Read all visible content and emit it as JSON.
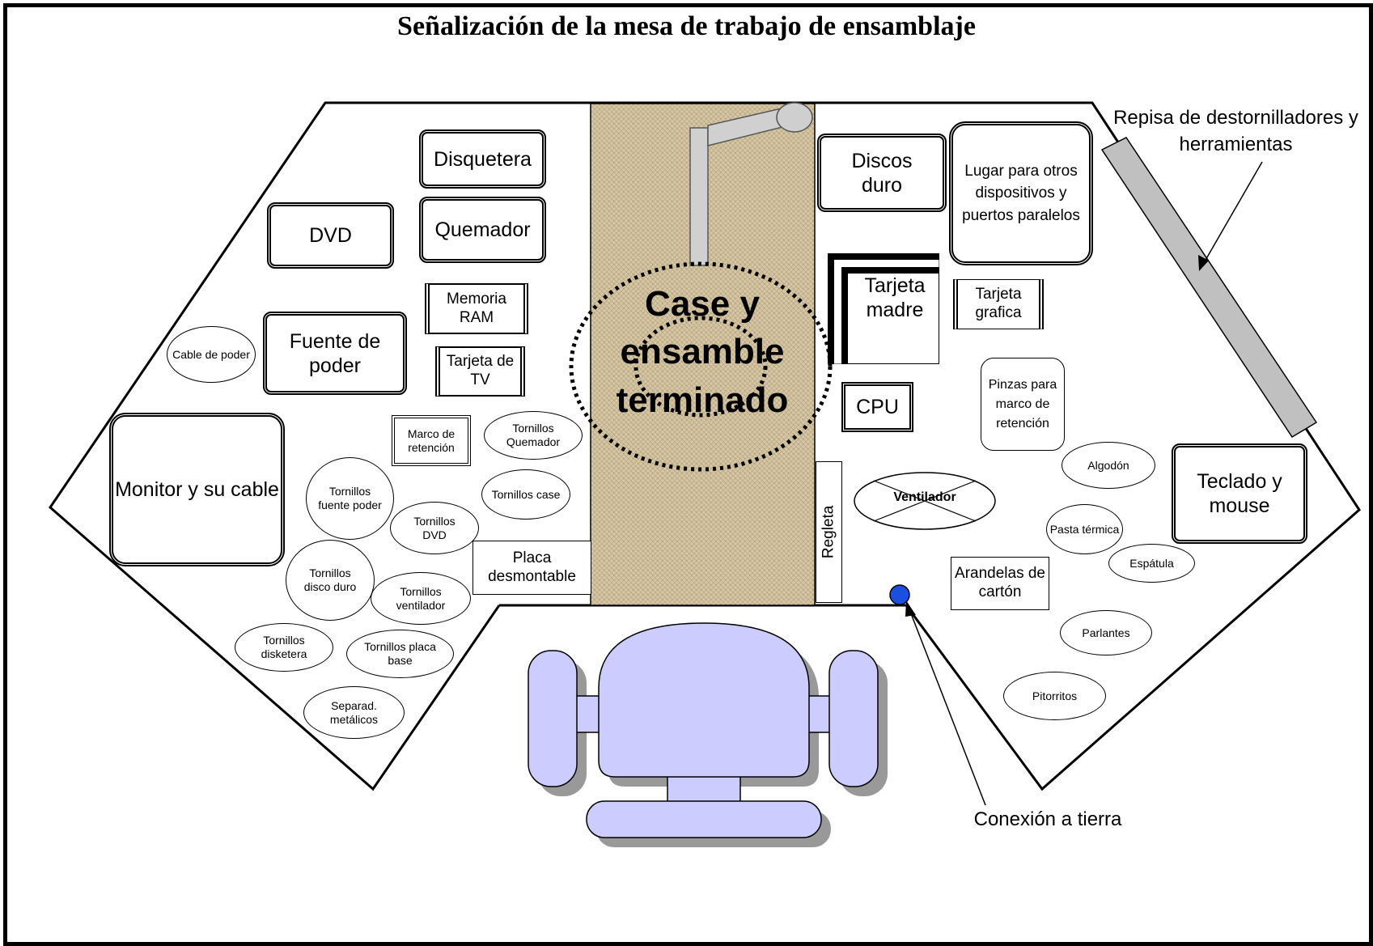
{
  "title": "Señalización de la mesa de trabajo de ensamblaje",
  "center": {
    "case_label": "Case y ensamble terminado"
  },
  "left": {
    "disquetera": "Disquetera",
    "quemador": "Quemador",
    "dvd": "DVD",
    "memoria_ram": "Memoria RAM",
    "tarjeta_tv": "Tarjeta de TV",
    "fuente_poder": "Fuente de poder",
    "cable_poder": "Cable de poder",
    "monitor": "Monitor y su cable",
    "marco_retencion": "Marco de retención",
    "placa_desmontable": "Placa desmontable"
  },
  "screws": [
    "Tornillos Quemador",
    "Tornillos case",
    "Tornillos fuente poder",
    "Tornillos DVD",
    "Tornillos disco duro",
    "Tornillos ventilador",
    "Tornillos disketera",
    "Tornillos placa base",
    "Separad. metálicos"
  ],
  "right": {
    "discos_duro": "Discos duro",
    "lugar_otros": "Lugar para otros dispositivos y puertos paralelos",
    "tarjeta_madre": "Tarjeta madre",
    "tarjeta_grafica": "Tarjeta grafica",
    "cpu": "CPU",
    "pinzas": "Pinzas para marco de retención",
    "regleta": "Regleta",
    "ventilador": "Ventilador",
    "algodon": "Algodón",
    "pasta": "Pasta térmica",
    "espatula": "Espátula",
    "teclado": "Teclado y mouse",
    "arandelas": "Arandelas de cartón",
    "parlantes": "Parlantes",
    "pitorritos": "Pitorritos",
    "repisa": "Repisa de destornilladores y herramientas",
    "conexion": "Conexión a tierra"
  },
  "colors": {
    "chair": "#ccccff",
    "chair_shadow": "#999999",
    "case_area": "#d8c9a8",
    "shelf": "#c0c0c0",
    "ground": "#1a4fe0"
  }
}
